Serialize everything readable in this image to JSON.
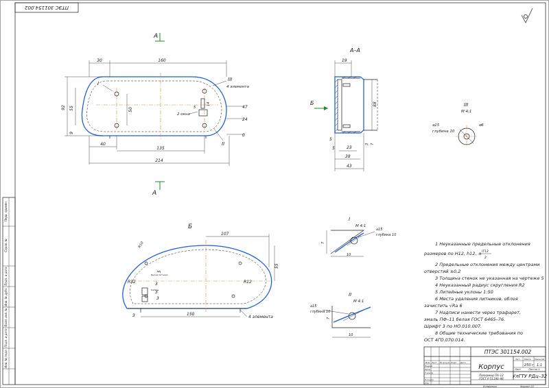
{
  "stamp_top": "ПТЭС 301154.002",
  "section_label": "А",
  "section_title": "А–А",
  "view_b_label": "Б",
  "detail_iii_title": "III",
  "detail_iii_scale": "М 4:1",
  "detail_i_title": "I",
  "detail_i_scale": "М 4:1",
  "detail_ii_title": "II",
  "detail_ii_scale": "М 4:1",
  "callout_i": "I",
  "callout_ii": "II",
  "callout_iii": "III",
  "four_elements": "4 элемента",
  "two_windows": "2 окна",
  "hole_diam": "⌀15",
  "hole_depth": "глубина 10",
  "hole_diam_small": "⌀6",
  "main_view_dims": {
    "d30": "30",
    "d160": "160",
    "d92": "92",
    "d55": "55",
    "d50": "50",
    "d9": "9",
    "d40": "40",
    "d135": "135",
    "d214": "214",
    "d47": "47",
    "d24": "24",
    "d0": "0",
    "d14": "14",
    "d5": "5"
  },
  "section_dims": {
    "d19": "19",
    "d88": "88",
    "d5a": "5",
    "d5b": "5",
    "d23": "23",
    "d38": "38",
    "d43": "43",
    "d7": "7",
    "d3": "3"
  },
  "view_b_dims": {
    "d107": "107",
    "d55": "55",
    "r32": "R32",
    "r10": "R10",
    "r12": "R12",
    "d150": "150",
    "d3a": "3",
    "d3b": "3",
    "d3c": "3",
    "d5": "5",
    "d3d": "3",
    "note_a": "Выход питания",
    "note_b": "Кабель",
    "four_elements": "4 элемента"
  },
  "detail_dims": {
    "d7": "7",
    "d10": "10",
    "d7b": "7",
    "d10b": "10"
  },
  "notes": [
    "1 Неуказанные предельные отклонения",
    "размеров по H12, h12, ±",
    "2 Предельные отклонения между центрами",
    "отверстий ±0,2",
    "3 Толщина стенок не указанная на чертеже 5",
    "4 Неуказанный радиус скругления R2",
    "5 Литейные уклоны 1:50",
    "6 Места удаления литников, облоя",
    "зачистить  √Ra 6",
    "7 Надписи нанести через трафарет,",
    "эмаль ПФ–11 белая ГОСТ 6465–76.",
    "Шрифт 3 по НО.010.007.",
    "8 Общие технические требования по",
    "ОСТ 4ГО.070.014."
  ],
  "tolerance_frac_top": "IT12",
  "tolerance_frac_bottom": "2",
  "title_block": {
    "designation": "ПТЭС 301154.002",
    "name": "Корпус",
    "material_1": "Полиамид ПА–12",
    "material_2": "ГОСТ Р 51190–98",
    "mass": "250 г",
    "scale": "1:1",
    "sheet": "Лист",
    "sheets": "Листов  1",
    "org": "УлГТУ РДц–32",
    "lit_header": "Лит.",
    "mass_header": "Масса",
    "scale_header": "Масштаб",
    "copied": "Копировал",
    "format": "Формат  А3",
    "row_labels": [
      "Изм.",
      "Лист",
      "№ докум.",
      "Подп.",
      "Дата"
    ],
    "role_labels": [
      "Разраб.",
      "Пров.",
      "Т.контр.",
      "Н.контр.",
      "Утв."
    ]
  },
  "side_strip_labels": [
    "Перв. примен.",
    "Справ. №",
    "Подп. и дата",
    "Инв. № дубл.",
    "Взам. инв. №",
    "Подп. и дата",
    "Инв. № подл."
  ],
  "roughness_symbol": "√"
}
